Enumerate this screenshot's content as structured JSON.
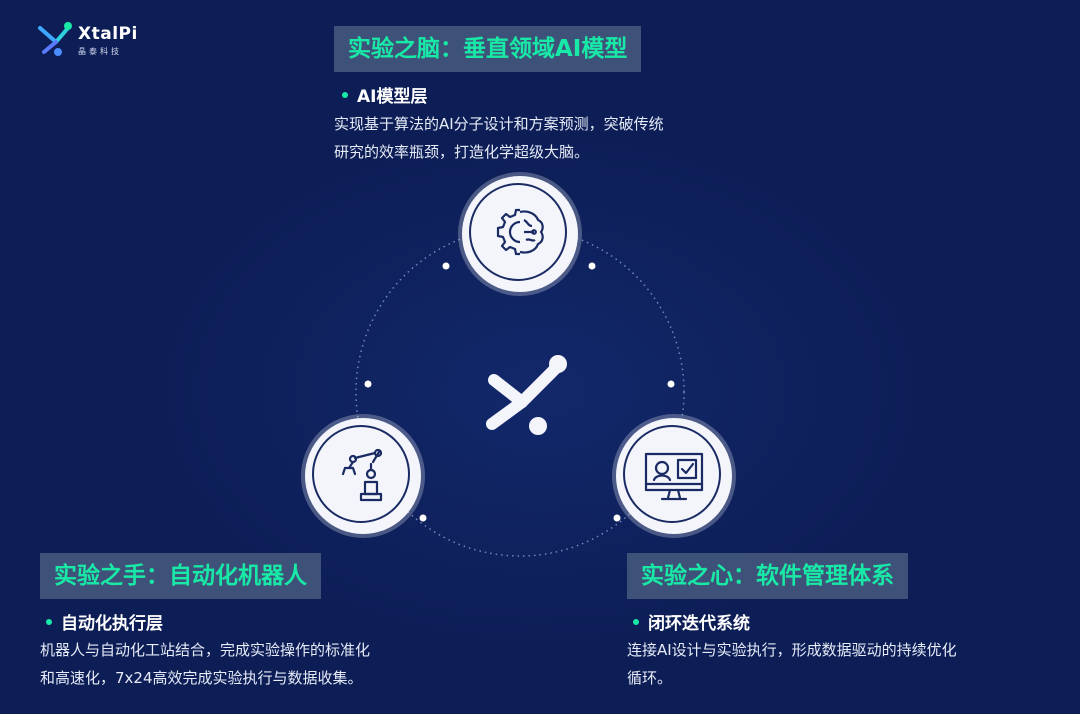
{
  "brand": {
    "name": "XtalPi",
    "subtitle": "晶泰科技"
  },
  "colors": {
    "background": "#0d1e57",
    "accent": "#19e9a6",
    "title_box": "#3e5179",
    "node_fill": "#f3f5fb",
    "icon_stroke": "#1a2b63"
  },
  "brain": {
    "title": "实验之脑：垂直领域AI模型",
    "subtitle": "AI模型层",
    "desc_lines": [
      "实现基于算法的AI分子设计和方案预测，突破传统",
      "研究的效率瓶颈，打造化学超级大脑。"
    ],
    "icon": "gear-brain-icon"
  },
  "hand": {
    "title": "实验之手：自动化机器人",
    "subtitle": "自动化执行层",
    "desc_lines": [
      "机器人与自动化工站结合，完成实验操作的标准化",
      "和高速化，7x24高效完成实验执行与数据收集。"
    ],
    "icon": "robot-arm-icon"
  },
  "heart": {
    "title": "实验之心：软件管理体系",
    "subtitle": "闭环迭代系统",
    "desc_lines": [
      "连接AI设计与实验执行，形成数据驱动的持续优化",
      "循环。"
    ],
    "icon": "monitor-checklist-icon"
  },
  "center_icon": "xtalpi-x-icon"
}
